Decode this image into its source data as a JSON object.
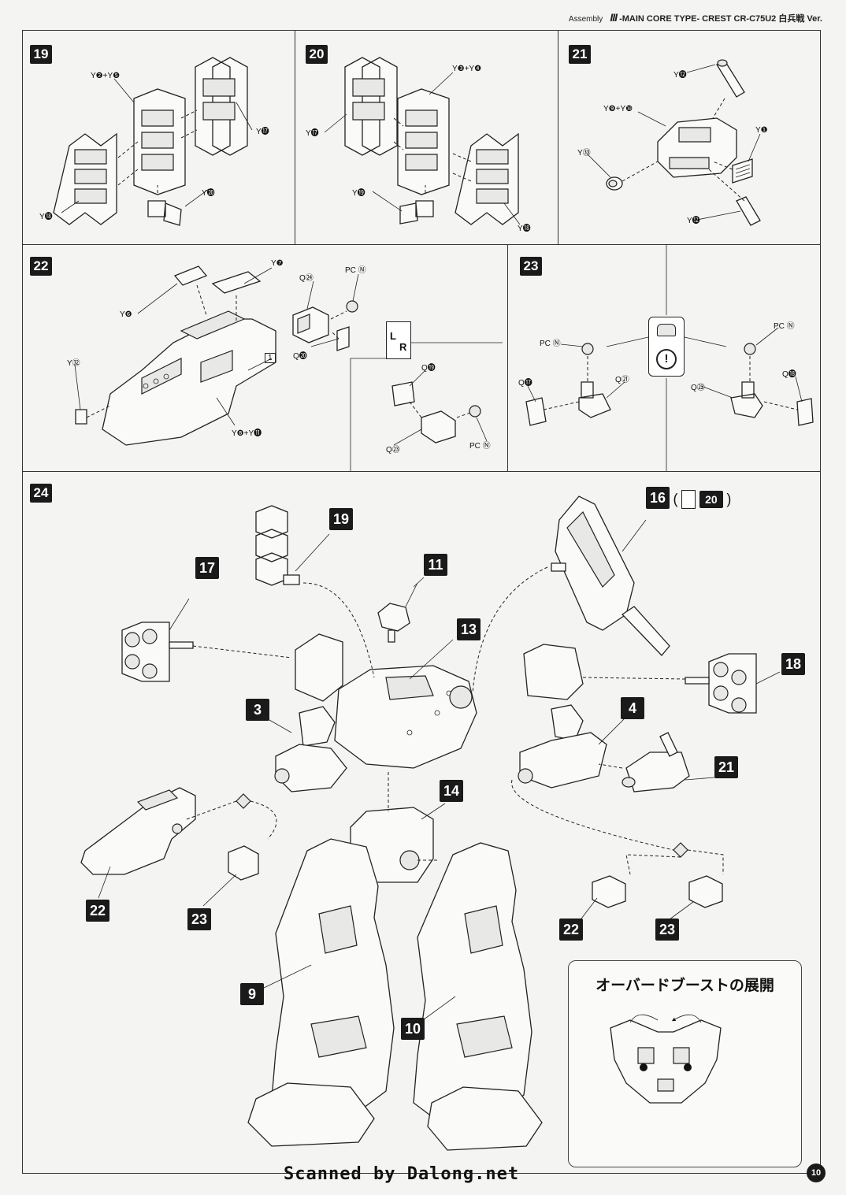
{
  "header": {
    "assembly": "Assembly",
    "roman": "III",
    "title": "-MAIN CORE TYPE- CREST CR-C75U2 白兵戦 Ver."
  },
  "steps": {
    "s19": {
      "number": "19",
      "labels": [
        "Y❷+Y❺",
        "Y⓱",
        "Y⓲",
        "Y⓴"
      ]
    },
    "s20": {
      "number": "20",
      "labels": [
        "Y❸+Y❹",
        "Y⓱",
        "Y⓳",
        "Y⓲"
      ]
    },
    "s21": {
      "number": "21",
      "labels": [
        "Y⓬",
        "Y❾+Y❿",
        "Y❶",
        "Y㉝",
        "Y⓬"
      ]
    },
    "s22": {
      "number": "22",
      "labels": [
        "Y❼",
        "Y❻",
        "Q㉔",
        "PC Ⓝ",
        "Y㉜",
        "Q⓴",
        "Y❽+Y⓫",
        "1",
        "Q⓳",
        "Q㉓",
        "PC Ⓝ"
      ],
      "lr_top": "L",
      "lr_bottom": "R"
    },
    "s23": {
      "number": "23",
      "labels": [
        "PC Ⓝ",
        "PC Ⓝ",
        "Q⓱",
        "Q㉑",
        "Q㉒",
        "Q⓲"
      ],
      "warning_icon": "exclamation-icon"
    },
    "s24": {
      "number": "24",
      "callouts": [
        "19",
        "11",
        "16",
        "17",
        "13",
        "18",
        "3",
        "4",
        "21",
        "14",
        "22",
        "23",
        "22",
        "23",
        "9",
        "10"
      ],
      "sub16_extra": "( ",
      "sub16_ref": "20",
      "sub16_close": " )"
    }
  },
  "overboost": {
    "title": "オーバードブーストの展開"
  },
  "footer": {
    "scan_credit": "Scanned by Dalong.net",
    "page_number": "10"
  }
}
